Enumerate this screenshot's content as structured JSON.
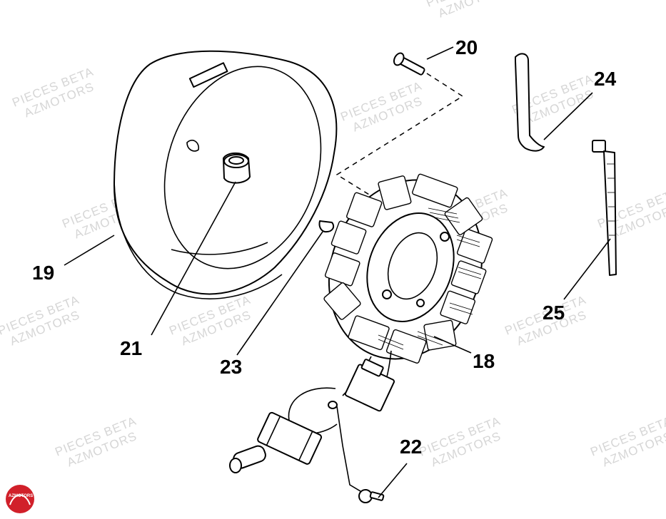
{
  "watermark": {
    "line1": "PIECES BETA",
    "line2": "AZMOTORS"
  },
  "logo": {
    "text": "AZMOTORS",
    "color": "#d1202a"
  },
  "callouts": [
    {
      "id": "19",
      "label": "19"
    },
    {
      "id": "20",
      "label": "20"
    },
    {
      "id": "21",
      "label": "21"
    },
    {
      "id": "22",
      "label": "22"
    },
    {
      "id": "23",
      "label": "23"
    },
    {
      "id": "24",
      "label": "24"
    },
    {
      "id": "25",
      "label": "25"
    },
    {
      "id": "18",
      "label": "18"
    }
  ],
  "colors": {
    "line": "#000000",
    "background": "#ffffff",
    "watermark": "#d6d6d6",
    "logo": "#d1202a"
  }
}
